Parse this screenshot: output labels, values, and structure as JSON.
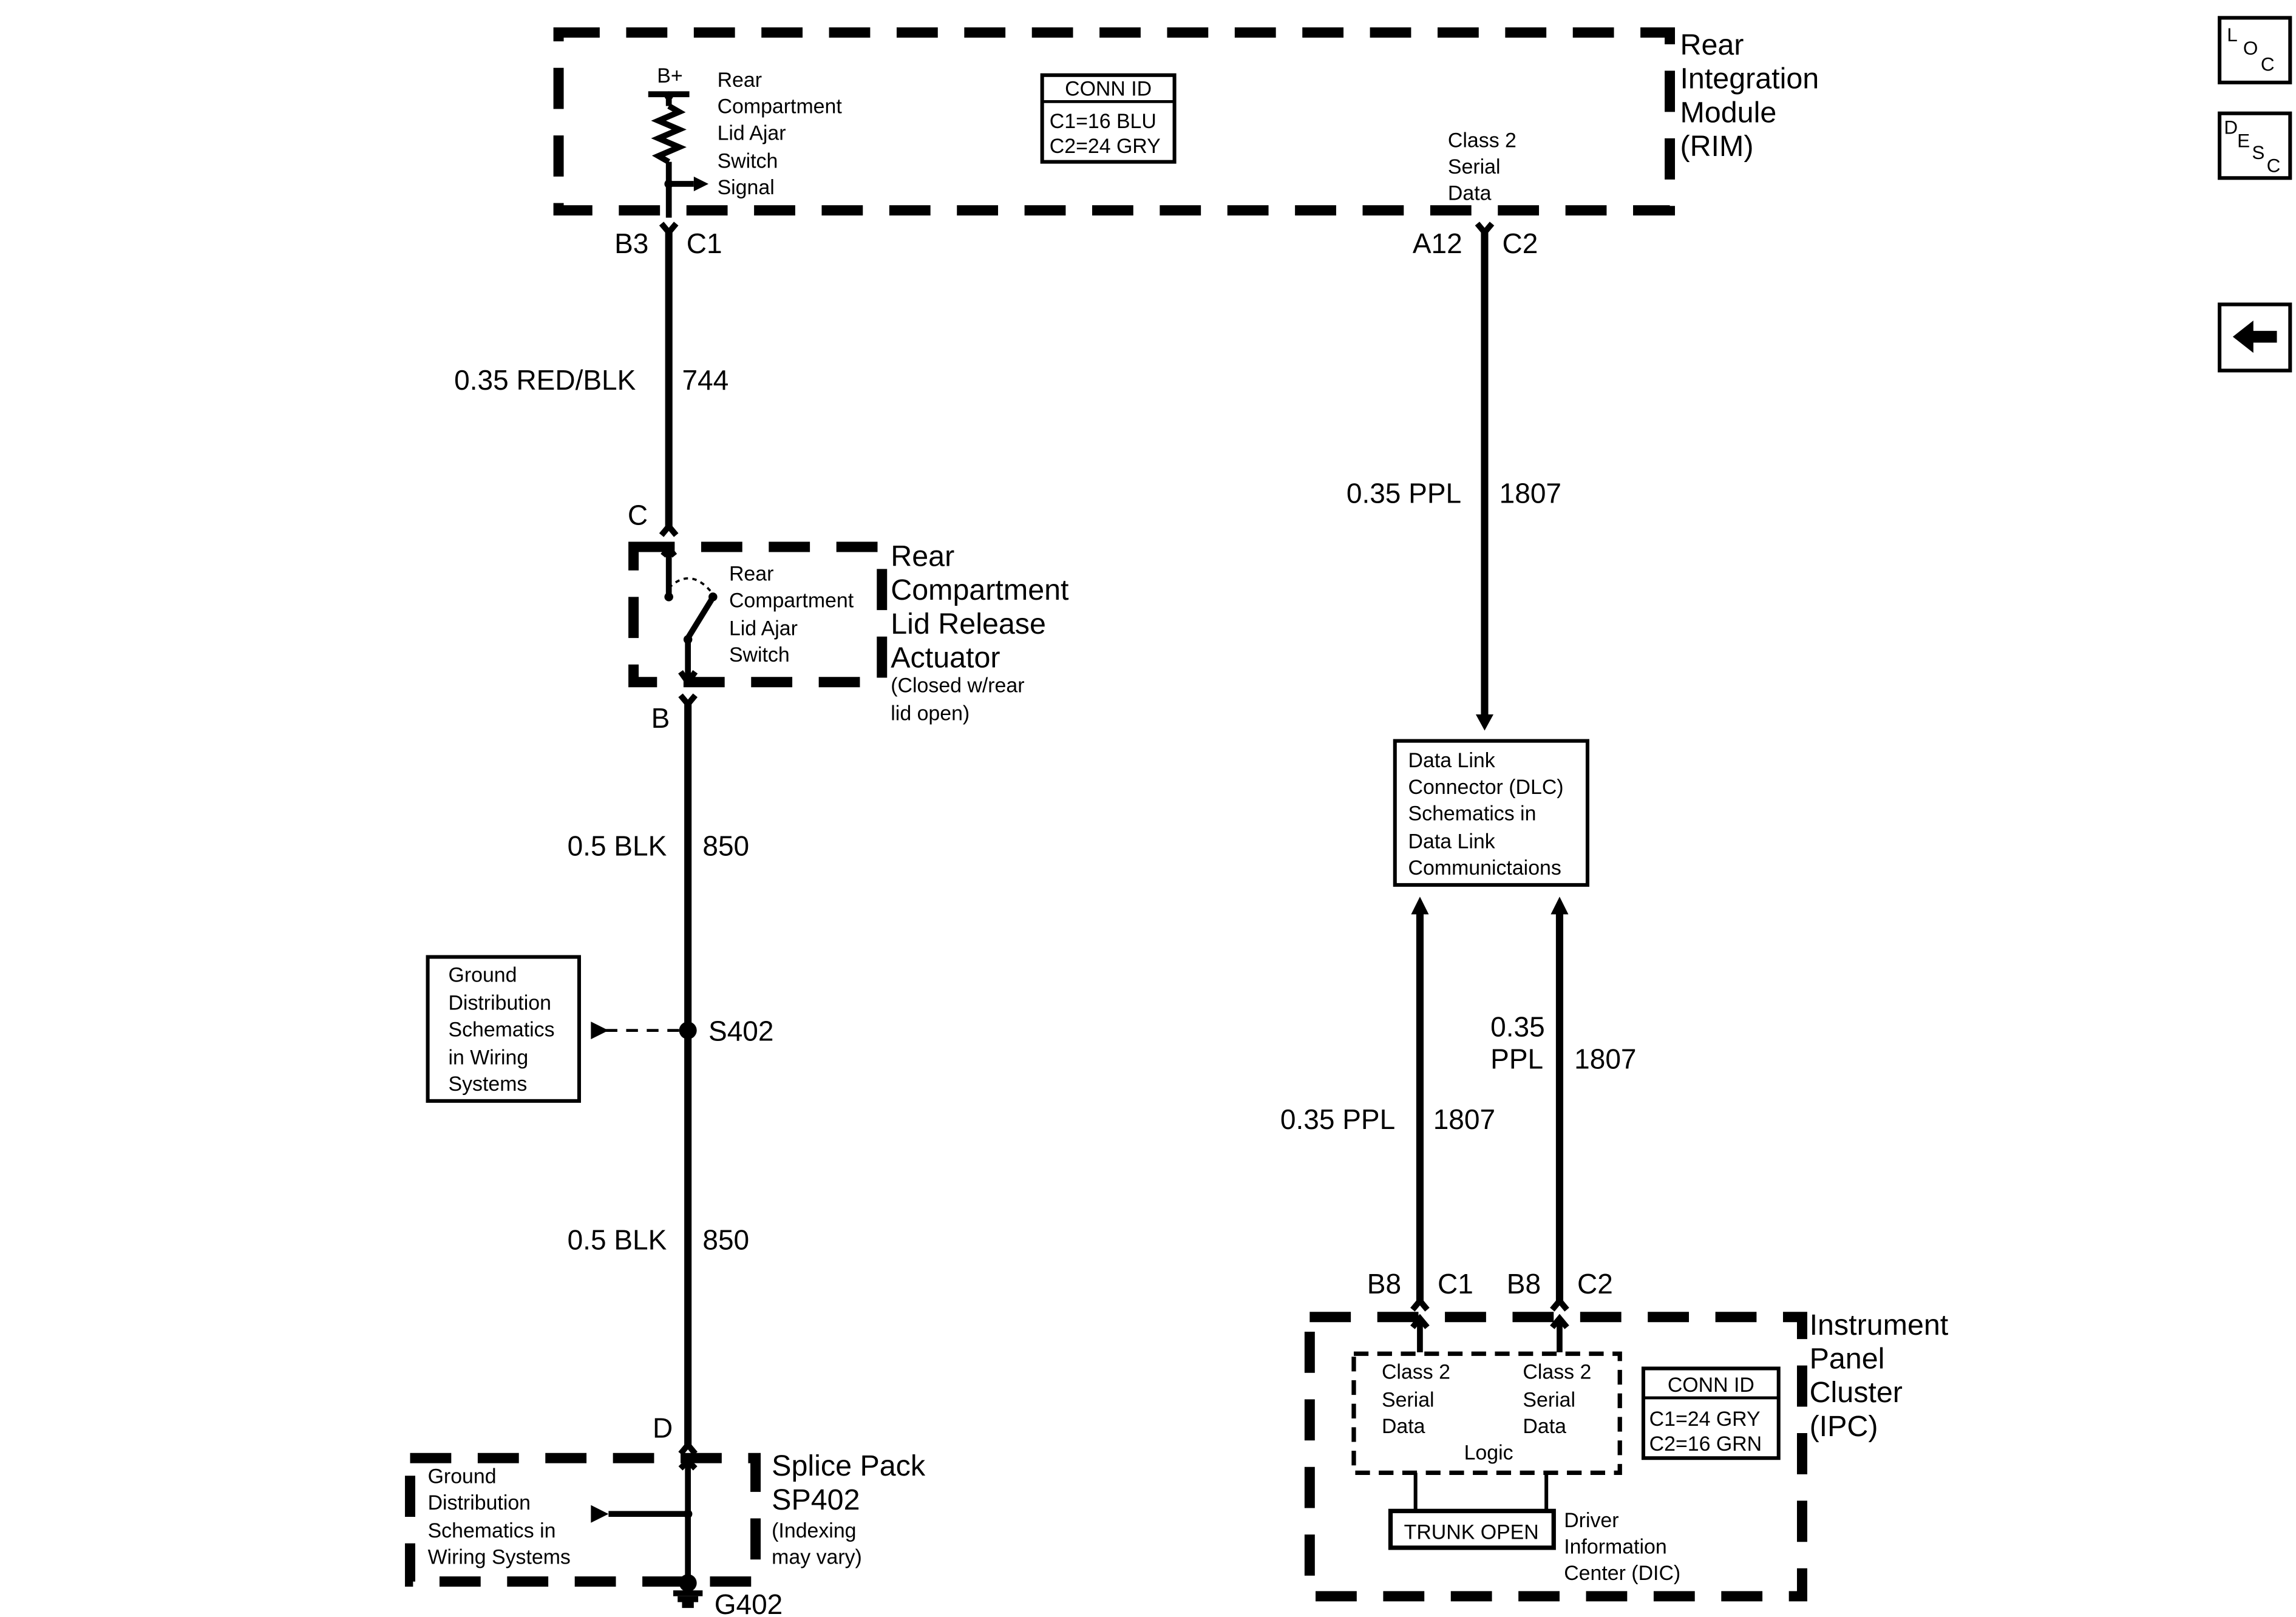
{
  "rim": {
    "title": [
      "Rear",
      "Integration",
      "Module",
      "(RIM)"
    ],
    "bplus": "B+",
    "switch_signal": [
      "Rear",
      "Compartment",
      "Lid Ajar",
      "Switch",
      "Signal"
    ],
    "conn_id": {
      "header": "CONN ID",
      "c1": "C1=16 BLU",
      "c2": "C2=24 GRY"
    },
    "serial": [
      "Class 2",
      "Serial",
      "Data"
    ]
  },
  "pins": {
    "b3": "B3",
    "c1_top": "C1",
    "a12": "A12",
    "c2_top": "C2",
    "c": "C",
    "b": "B",
    "d": "D",
    "b8_1": "B8",
    "c1_ipc": "C1",
    "b8_2": "B8",
    "c2_ipc": "C2"
  },
  "wires": {
    "w744": {
      "gauge": "0.35 RED/BLK",
      "circuit": "744"
    },
    "w850a": {
      "gauge": "0.5 BLK",
      "circuit": "850"
    },
    "w850b": {
      "gauge": "0.5 BLK",
      "circuit": "850"
    },
    "w1807_top": {
      "gauge": "0.35 PPL",
      "circuit": "1807"
    },
    "w1807_left": {
      "gauge": "0.35 PPL",
      "circuit": "1807"
    },
    "w1807_right": {
      "gauge": [
        "0.35",
        "PPL"
      ],
      "circuit": "1807"
    }
  },
  "actuator": {
    "switch": [
      "Rear",
      "Compartment",
      "Lid Ajar",
      "Switch"
    ],
    "title": [
      "Rear",
      "Compartment",
      "Lid Release",
      "Actuator"
    ],
    "note": [
      "(Closed w/rear",
      "lid open)"
    ]
  },
  "dlc": [
    "Data Link",
    "Connector (DLC)",
    "Schematics in",
    "Data Link",
    "Communictaions"
  ],
  "ground_ref": [
    "Ground",
    "Distribution",
    "Schematics",
    "in Wiring",
    "Systems"
  ],
  "splice": {
    "label": "S402",
    "pack_ground": [
      "Ground",
      "Distribution",
      "Schematics in",
      "Wiring Systems"
    ],
    "pack_title": [
      "Splice Pack",
      "SP402"
    ],
    "pack_note": [
      "(Indexing",
      "may vary)"
    ],
    "ground": "G402"
  },
  "ipc": {
    "title": [
      "Instrument",
      "Panel",
      "Cluster",
      "(IPC)"
    ],
    "serial_left": [
      "Class 2",
      "Serial",
      "Data"
    ],
    "serial_right": [
      "Class 2",
      "Serial",
      "Data"
    ],
    "logic": "Logic",
    "conn_id": {
      "header": "CONN ID",
      "c1": "C1=24 GRY",
      "c2": "C2=16 GRN"
    },
    "trunk_open": "TRUNK OPEN",
    "dic": [
      "Driver",
      "Information",
      "Center (DIC)"
    ]
  },
  "nav": {
    "loc": [
      "L",
      "O",
      "C"
    ],
    "desc": [
      "D",
      "E",
      "S",
      "C"
    ],
    "back_icon": "left-arrow-icon"
  }
}
